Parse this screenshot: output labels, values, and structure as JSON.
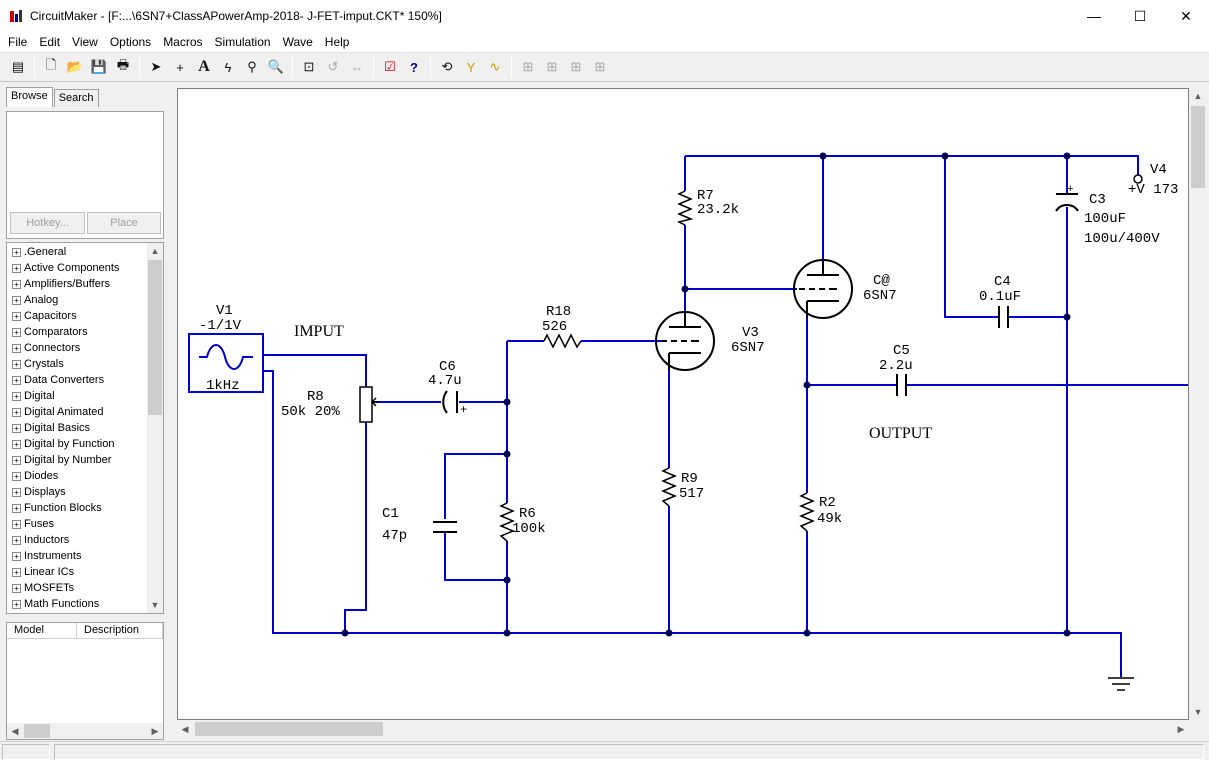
{
  "window": {
    "title": "CircuitMaker - [F:...\\6SN7+ClassAPowerAmp-2018- J-FET-imput.CKT* 150%]",
    "minimize": "—",
    "maximize": "☐",
    "close": "✕"
  },
  "menu": [
    "File",
    "Edit",
    "View",
    "Options",
    "Macros",
    "Simulation",
    "Wave",
    "Help"
  ],
  "left_panel": {
    "tabs": [
      "Browse",
      "Search"
    ],
    "hotkey_label": "Hotkey...",
    "place_label": "Place",
    "tree_items": [
      ".General",
      "Active Components",
      "Amplifiers/Buffers",
      "Analog",
      "Capacitors",
      "Comparators",
      "Connectors",
      "Crystals",
      "Data Converters",
      "Digital",
      "Digital Animated",
      "Digital Basics",
      "Digital by Function",
      "Digital by Number",
      "Diodes",
      "Displays",
      "Function Blocks",
      "Fuses",
      "Inductors",
      "Instruments",
      "Linear ICs",
      "MOSFETs",
      "Math Functions"
    ],
    "model_header": "Model",
    "description_header": "Description"
  },
  "schematic": {
    "v1_name": "V1",
    "v1_value": "-1/1V",
    "v1_freq": "1kHz",
    "imput_label": "IMPUT",
    "r8_name": "R8",
    "r8_value": "50k 20%",
    "c6_name": "C6",
    "c6_value": "4.7u",
    "c6_plus": "+",
    "r18_name": "R18",
    "r18_value": "526",
    "c1_name": "C1",
    "c1_value": "47p",
    "r6_name": "R6",
    "r6_value": "100k",
    "v3_name": "V3",
    "v3_value": "6SN7",
    "r7_name": "R7",
    "r7_value": "23.2k",
    "r9_name": "R9",
    "r9_value": "517",
    "c_at_name": "C@",
    "c_at_value": "6SN7",
    "c4_name": "C4",
    "c4_value": "0.1uF",
    "c5_name": "C5",
    "c5_value": "2.2u",
    "output_label": "OUTPUT",
    "r2_name": "R2",
    "r2_value": "49k",
    "c3_name": "C3",
    "c3_value1": "100uF",
    "c3_value2": "100u/400V",
    "c3_plus": "+",
    "v4_name": "V4",
    "v4_value": "+V 173"
  },
  "colors": {
    "wire": "#0000c8",
    "component": "#000000",
    "node": "#000050"
  }
}
